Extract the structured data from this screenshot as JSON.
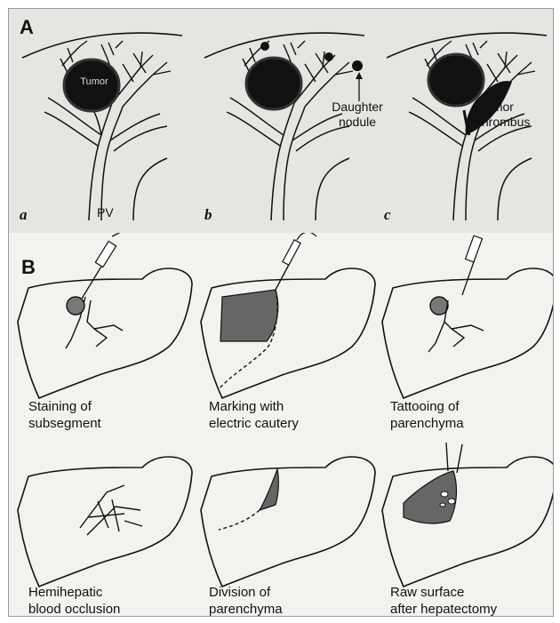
{
  "panel_a": {
    "letter": "A",
    "sub_labels": [
      "a",
      "b",
      "c"
    ],
    "tumor_label": "Tumor",
    "pv_label": "PV",
    "daughter_label": [
      "Daughter",
      "nodule"
    ],
    "thrombus_label": [
      "Tumor",
      "thrombus"
    ]
  },
  "panel_b": {
    "letter": "B",
    "captions": [
      [
        "Staining of",
        "subsegment"
      ],
      [
        "Marking with",
        "electric cautery"
      ],
      [
        "Tattooing of",
        "parenchyma"
      ],
      [
        "Hemihepatic",
        "blood occlusion"
      ],
      [
        "Division of",
        "parenchyma"
      ],
      [
        "Raw surface",
        "after hepatectomy"
      ]
    ]
  },
  "colors": {
    "tumor": "#111111",
    "shaded_area": "#6e6e6e",
    "panel_a_bg": "#e6e5e2",
    "panel_b_bg": "#f3f2ef"
  }
}
